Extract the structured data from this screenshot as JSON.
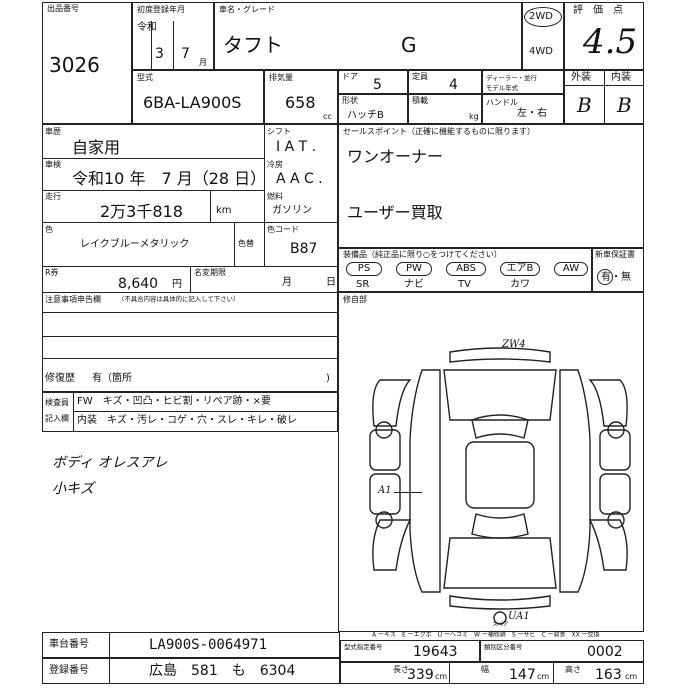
{
  "header": {
    "exhibit_label": "出品番号",
    "lot_number": "3026",
    "first_reg_label": "初度登録年月",
    "era": "令和",
    "year": "3",
    "month": "7",
    "month_unit": "月",
    "model_grade_label": "車名・グレード",
    "car_name": "タフト",
    "grade": "G",
    "drive_2wd": "2WD",
    "drive_4wd": "4WD",
    "score_label": "評　価　点",
    "score": "4.5",
    "exterior_label": "外装",
    "interior_label": "内装",
    "exterior_grade": "B",
    "interior_grade": "B"
  },
  "specs": {
    "type_label": "型式",
    "model_code": "6BA-LA900S",
    "displacement_label": "排気量",
    "displacement": "658",
    "cc_unit": "cc",
    "door_label": "ドア",
    "doors": "5",
    "capacity_label": "定員",
    "capacity": "4",
    "dealer_label": "ディーラー・並行",
    "model_year_label": "モデル年式",
    "shape_label": "形状",
    "shape": "ハッチB",
    "load_label": "積載",
    "kg_unit": "kg",
    "handle_label": "ハンドル",
    "handle": "左・右"
  },
  "left_panel": {
    "use_label": "車歴",
    "use_value": "自家用",
    "shaken_label": "車検",
    "shaken_value": "令和10 年　7 月（28 日）",
    "mileage_label": "走行",
    "mileage_value": "2万3千818",
    "km_unit": "km",
    "color_label": "色",
    "color_value": "レイクブルーメタリック",
    "color_change_label": "色替",
    "recycle_label": "R券",
    "recycle_value": "8,640",
    "yen_unit": "円",
    "meigi_label": "名変期限",
    "tsuki": "月",
    "hi": "日",
    "notes_label": "注意事項申告欄",
    "notes_sub": "（不具合内容は具体的に記入して下さい）",
    "repair_label": "修復歴",
    "repair_value": "有（箇所",
    "shift_label": "シフト",
    "shift_value": "I A T .",
    "ac_label": "冷房",
    "ac_value": "A A C .",
    "fuel_label": "燃料",
    "fuel_value": "ガソリン",
    "color_code_label": "色コード",
    "color_code": "B87"
  },
  "sales_points": {
    "label": "セールスポイント（正確に機能するものに限ります）",
    "line1": "ワンオーナー",
    "line2": "ユーザー買取"
  },
  "equipment": {
    "label": "装備品（純正品に限り○をつけてください）",
    "items": [
      {
        "badge": "PS",
        "text": "SR"
      },
      {
        "badge": "PW",
        "text": "ナビ"
      },
      {
        "badge": "ABS",
        "text": "TV"
      },
      {
        "badge": "エアB",
        "text": "カワ"
      },
      {
        "badge": "AW",
        "text": ""
      }
    ],
    "warranty_label": "新車保証書",
    "warranty_value": "有・無"
  },
  "accessories": {
    "label": "修自部",
    "chart_note_top": "ZW4",
    "chart_note_left": "A1",
    "chart_note_bottom": "UA1",
    "chart_note_spare": "スペア"
  },
  "inspector": {
    "label_top": "検査員",
    "label_bottom": "記入欄",
    "row1": "FW　キズ・凹凸・ヒビ割・リペア跡・×要",
    "row2": "内装　キズ・汚レ・コゲ・穴・スレ・キレ・破レ"
  },
  "handwritten": {
    "line1": "ボディ オレスアレ",
    "line2": "小キズ"
  },
  "legend": "A ーキズ　E ーエクボ　U ーヘコミ　W ー補修跡　S ーサビ　C ー腐食　XX ー交換",
  "footer": {
    "chassis_label": "車台番号",
    "chassis_value": "LA900S-0064971",
    "reg_label": "登録番号",
    "reg_value": "広島　581　も　6304",
    "form_label": "型式指定番号",
    "form_value": "19643",
    "class_label": "類別区分番号",
    "class_value": "0002",
    "length_label": "長さ",
    "length_value": "339",
    "width_label": "幅",
    "width_value": "147",
    "height_label": "高さ",
    "height_value": "163",
    "cm_unit": "cm"
  }
}
